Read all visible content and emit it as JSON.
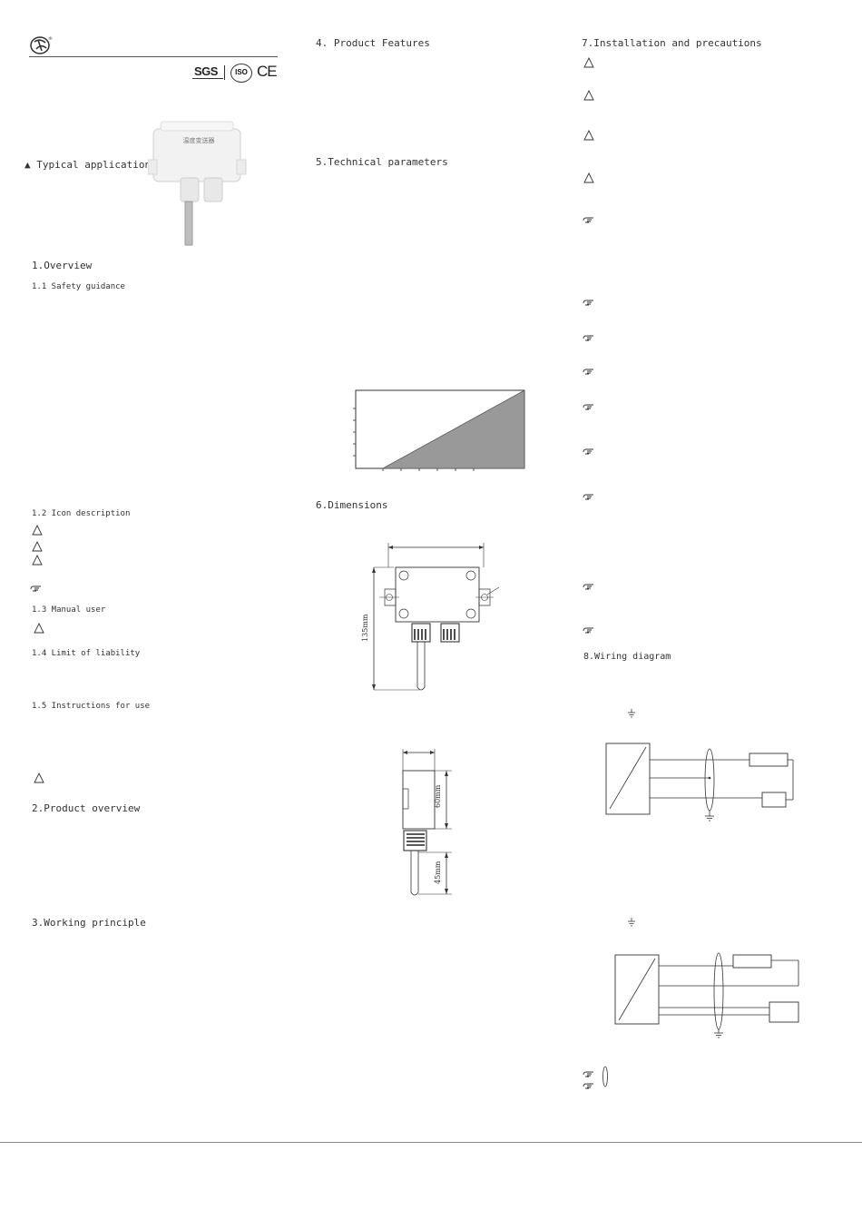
{
  "header": {
    "cert_sgs": "SGS",
    "cert_iso": "ISO",
    "cert_ce": "CE"
  },
  "left": {
    "typical_application": "▲ Typical application",
    "product_label": "温度变送器",
    "overview": "1.Overview",
    "safety": "1.1 Safety guidance",
    "icon_desc": "1.2 Icon description",
    "manual_user": "1.3 Manual user",
    "liability": "1.4 Limit of liability",
    "instructions": "1.5 Instructions for use",
    "product_overview": "2.Product overview",
    "working_principle": "3.Working principle"
  },
  "middle": {
    "features": "4. Product Features",
    "tech_params": "5.Technical parameters",
    "dimensions": "6.Dimensions",
    "dim_135": "135mm",
    "dim_60": "60mm",
    "dim_45": "45mm"
  },
  "right": {
    "installation": "7.Installation and precautions",
    "wiring": "8.Wiring diagram"
  }
}
